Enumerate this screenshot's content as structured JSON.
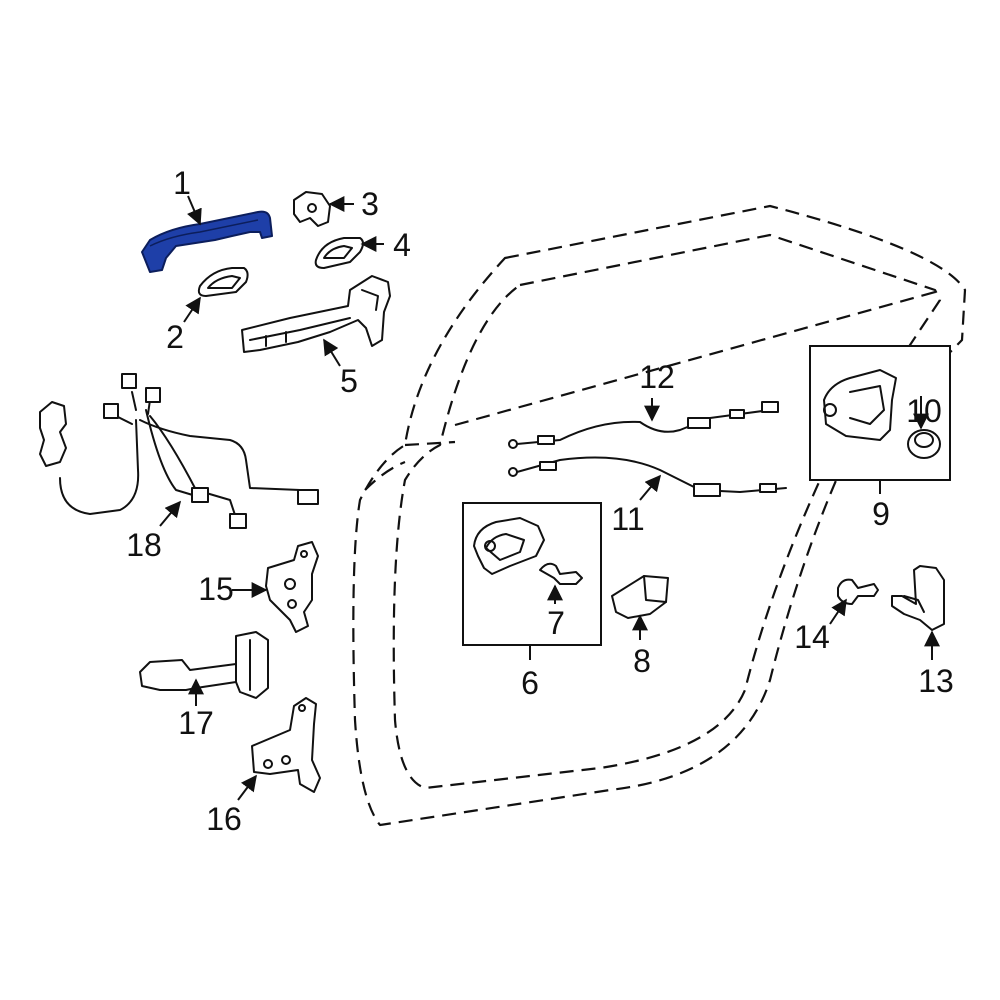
{
  "colors": {
    "highlight": "#1e3fa8",
    "line": "#111111",
    "background": "#ffffff"
  },
  "parts": [
    {
      "callout": "1",
      "highlighted": true
    },
    {
      "callout": "2"
    },
    {
      "callout": "3"
    },
    {
      "callout": "4"
    },
    {
      "callout": "5"
    },
    {
      "callout": "6"
    },
    {
      "callout": "7"
    },
    {
      "callout": "8"
    },
    {
      "callout": "9"
    },
    {
      "callout": "10"
    },
    {
      "callout": "11"
    },
    {
      "callout": "12"
    },
    {
      "callout": "13"
    },
    {
      "callout": "14"
    },
    {
      "callout": "15"
    },
    {
      "callout": "16"
    },
    {
      "callout": "17"
    },
    {
      "callout": "18"
    }
  ]
}
